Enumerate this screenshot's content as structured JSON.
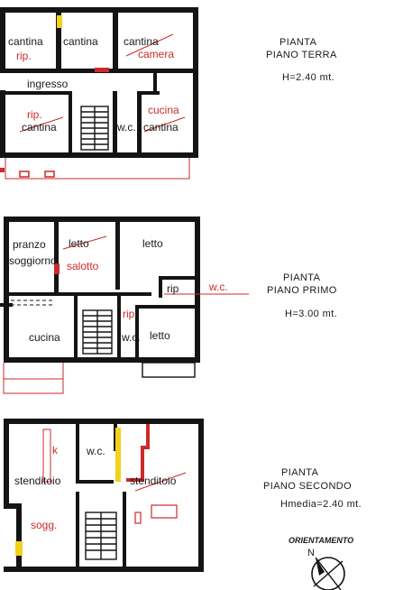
{
  "floors": [
    {
      "title": "PIANTA",
      "subtitle": "PIANO TERRA",
      "height": "H=2.40 mt.",
      "rooms": [
        "cantina",
        "cantina",
        "cantina",
        "ingresso",
        "cantina",
        "w.c.",
        "cantina"
      ],
      "red_notes": [
        "rip.",
        "camera",
        "rip.",
        "cucina"
      ]
    },
    {
      "title": "PIANTA",
      "subtitle": "PIANO PRIMO",
      "height": "H=3.00 mt.",
      "rooms": [
        "pranzo",
        "soggiorno",
        "letto",
        "letto",
        "rip",
        "cucina",
        "w.c.",
        "letto"
      ],
      "red_notes": [
        "salotto",
        "rip",
        "w.c."
      ]
    },
    {
      "title": "PIANTA",
      "subtitle": "PIANO SECONDO",
      "height": "Hmedia=2.40 mt.",
      "rooms": [
        "w.c.",
        "stenditoio",
        "stenditoio"
      ],
      "red_notes": [
        "k",
        "sogg."
      ]
    }
  ],
  "orientation": {
    "label": "ORIENTAMENTO",
    "north": "N"
  },
  "colors": {
    "wall": "#141414",
    "annotation": "#cc2a2a",
    "highlight": "#f2d21b"
  }
}
